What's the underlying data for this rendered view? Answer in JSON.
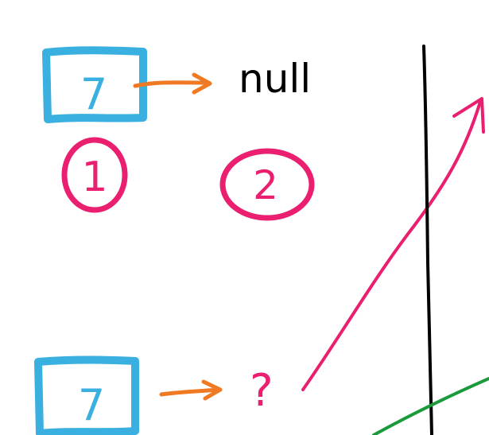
{
  "colors": {
    "box": "#39b0e0",
    "arrow": "#f07a24",
    "marker": "#ea1f70",
    "ink": "#000000",
    "green": "#1b9a3c",
    "background": "#ffffff"
  },
  "node_top": {
    "value": "7",
    "next": "null",
    "marker": "1"
  },
  "node_bottom": {
    "value": "7",
    "next": "?"
  },
  "marker_two": "2"
}
